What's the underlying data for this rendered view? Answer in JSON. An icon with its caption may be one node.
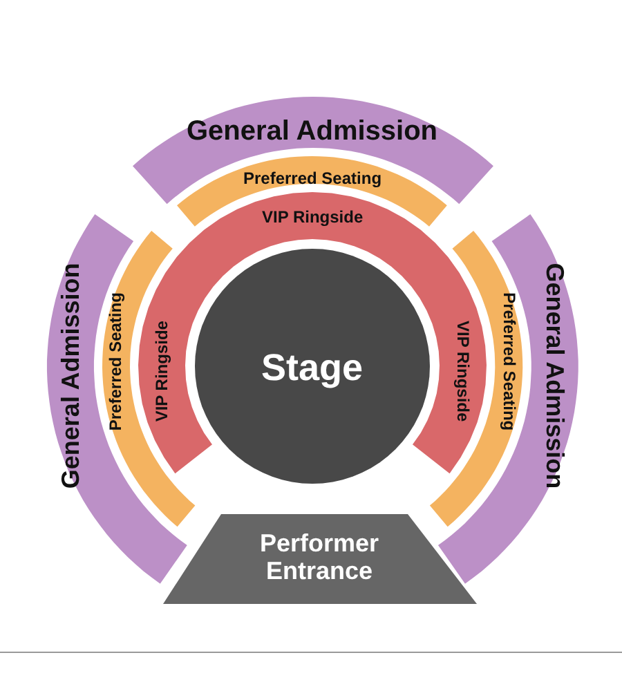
{
  "diagram": {
    "nodes": [
      {
        "text": [
          "General Admission"
        ]
      },
      {
        "text": [
          "Preferred Seating"
        ]
      },
      {
        "text": [
          "General Admission"
        ]
      },
      {
        "text": [
          "Preferred Seating"
        ]
      },
      {
        "text": [
          "VIP Ringside",
          "VIP Ringside",
          "VIP Ringside"
        ]
      },
      {
        "text": [
          "Stage"
        ]
      },
      {
        "text": [
          "Preferred Seating"
        ]
      },
      {
        "text": [
          "General Admission"
        ]
      },
      {
        "text": [
          "Performer Entrance"
        ]
      }
    ]
  }
}
